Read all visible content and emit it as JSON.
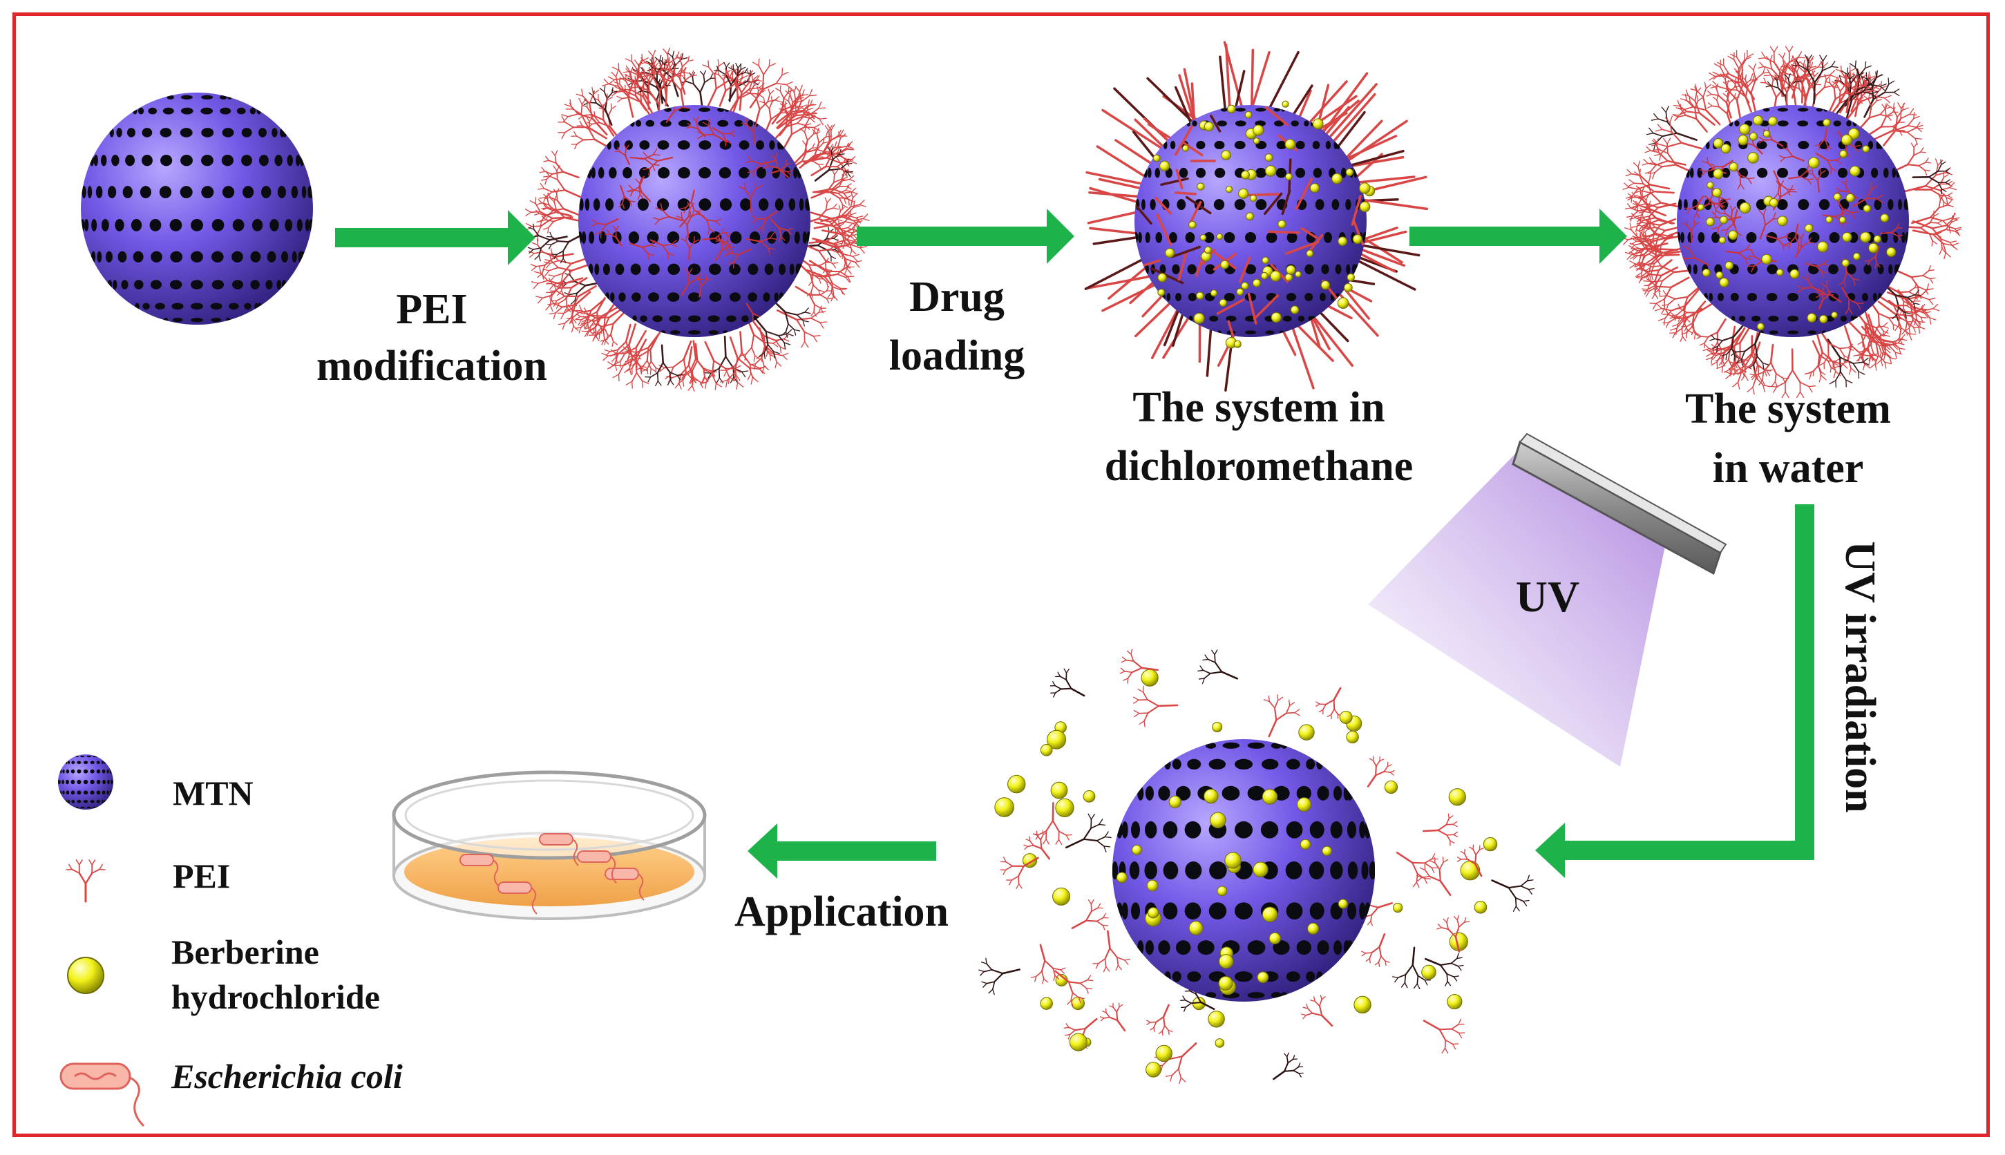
{
  "labels": {
    "step1": [
      "PEI",
      "modification"
    ],
    "step2": [
      "Drug",
      "loading"
    ],
    "system_dcm": [
      "The system in",
      "dichloromethane"
    ],
    "system_water": [
      "The system",
      "in water"
    ],
    "uv_lamp": "UV",
    "uv_irradiation": "UV irradiation",
    "application": "Application"
  },
  "legend": {
    "mtn": "MTN",
    "pei": "PEI",
    "berberine": [
      "Berberine",
      "hydrochloride"
    ],
    "ecoli": "Escherichia coli"
  },
  "colors": {
    "frame": "#e0262b",
    "arrow": "#1db34a",
    "sphere": "#6a4ed8",
    "pei": "#d94646",
    "drug": "#ecec1a",
    "uv_light": "#b48ee0",
    "dish_medium": "#f5b25c"
  },
  "icons": [
    "mtn-sphere-icon",
    "pei-branch-icon",
    "berberine-dot-icon",
    "ecoli-bacterium-icon",
    "petri-dish-icon",
    "uv-lamp-icon"
  ]
}
